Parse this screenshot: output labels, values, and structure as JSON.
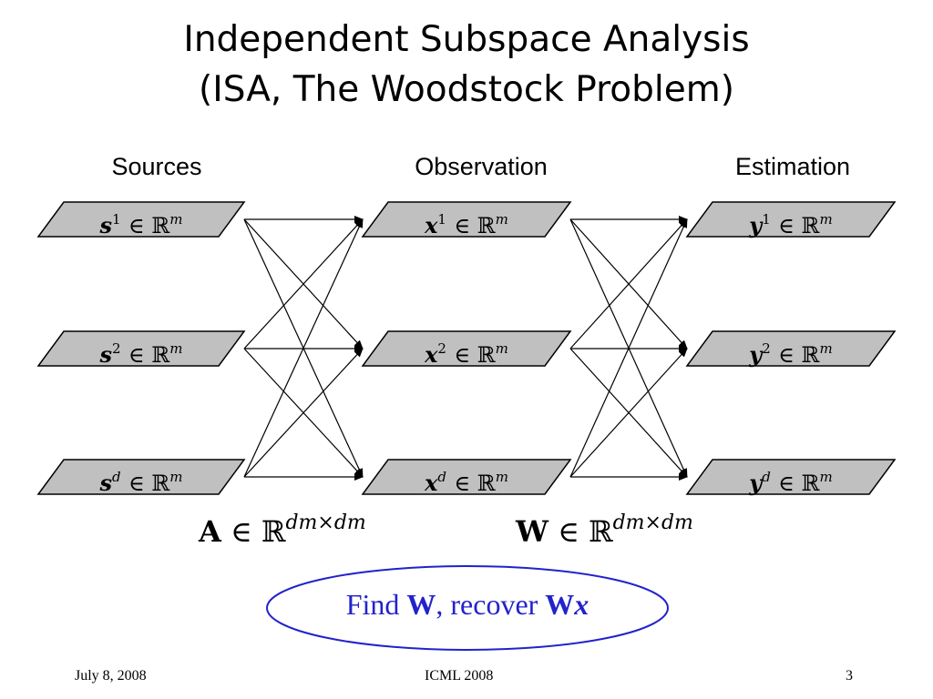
{
  "title": {
    "line1": "Independent Subspace Analysis",
    "line2": "(ISA, The Woodstock Problem)"
  },
  "columns": {
    "sources": "Sources",
    "observation": "Observation",
    "estimation": "Estimation"
  },
  "nodes": {
    "sources": [
      {
        "symbol": "s",
        "index": "1",
        "in": "∈ ℝ",
        "exp": "m"
      },
      {
        "symbol": "s",
        "index": "2",
        "in": "∈ ℝ",
        "exp": "m"
      },
      {
        "symbol": "s",
        "index": "d",
        "in": "∈ ℝ",
        "exp": "m"
      }
    ],
    "observations": [
      {
        "symbol": "x",
        "index": "1",
        "in": "∈ ℝ",
        "exp": "m"
      },
      {
        "symbol": "x",
        "index": "2",
        "in": "∈ ℝ",
        "exp": "m"
      },
      {
        "symbol": "x",
        "index": "d",
        "in": "∈ ℝ",
        "exp": "m"
      }
    ],
    "estimations": [
      {
        "symbol": "y",
        "index": "1",
        "in": "∈ ℝ",
        "exp": "m"
      },
      {
        "symbol": "y",
        "index": "2",
        "in": "∈ ℝ",
        "exp": "m"
      },
      {
        "symbol": "y",
        "index": "d",
        "in": "∈ ℝ",
        "exp": "m"
      }
    ]
  },
  "matrices": {
    "mixing": {
      "symbol": "A",
      "in": " ∈ ℝ",
      "exp": "dm×dm"
    },
    "separation": {
      "symbol": "W",
      "in": " ∈ ℝ",
      "exp": "dm×dm"
    }
  },
  "goal": {
    "find": "Find ",
    "w": "W",
    "recover": ", recover ",
    "wx_w": "W",
    "wx_x": "x"
  },
  "footer": {
    "date": "July 8, 2008",
    "venue": "ICML 2008",
    "page": "3"
  },
  "colors": {
    "plane_fill": "#c0c0c0",
    "goal_ellipse": "#2222cc",
    "goal_text": "#2222cc"
  }
}
